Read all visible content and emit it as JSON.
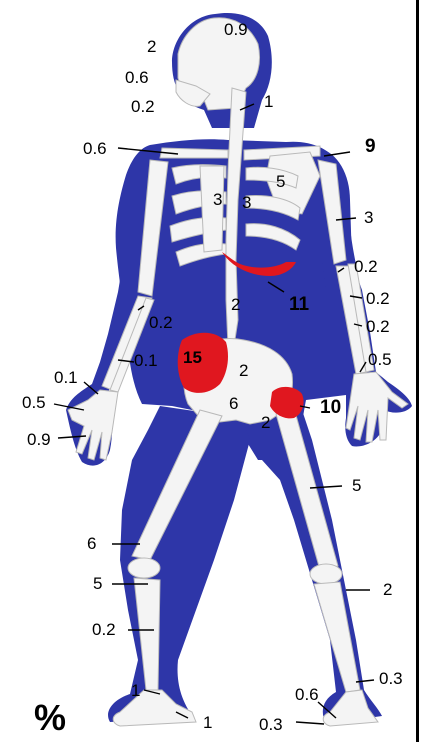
{
  "diagram": {
    "colors": {
      "body": "#2e36a8",
      "bone": "#f4f4f4",
      "bone_stroke": "#b9b9b9",
      "highlight": "#e0171f",
      "text": "#000000",
      "line": "#000000"
    },
    "unit_symbol": "%",
    "labels": {
      "skull": "0.9",
      "nose": "2",
      "upper_jaw": "0.6",
      "mandible": "0.2",
      "cervical_spine": "1",
      "clavicle": "0.6",
      "shoulder": "9",
      "scapula": "5",
      "sternum": "3",
      "ribs": "3",
      "humerus": "3",
      "lower_ribs": "11",
      "lumbar_spine": "2",
      "left_forearm": "0.2",
      "left_forearm_lower": "0.1",
      "left_hand_wrist": "0.1",
      "left_hand_mid": "0.5",
      "left_fingers": "0.9",
      "pelvis_left": "15",
      "sacrum": "2",
      "pubis": "6",
      "ischium": "2",
      "right_hip": "10",
      "right_elbow": "0.2",
      "right_radius": "0.2",
      "right_ulna": "0.2",
      "right_hand": "0.5",
      "right_femur": "5",
      "left_femur": "6",
      "left_knee": "5",
      "left_tibia": "0.2",
      "right_tibia": "2",
      "right_ankle": "0.3",
      "left_ankle": "1",
      "left_foot": "1",
      "right_foot_upper": "0.6",
      "right_foot": "0.3"
    }
  }
}
